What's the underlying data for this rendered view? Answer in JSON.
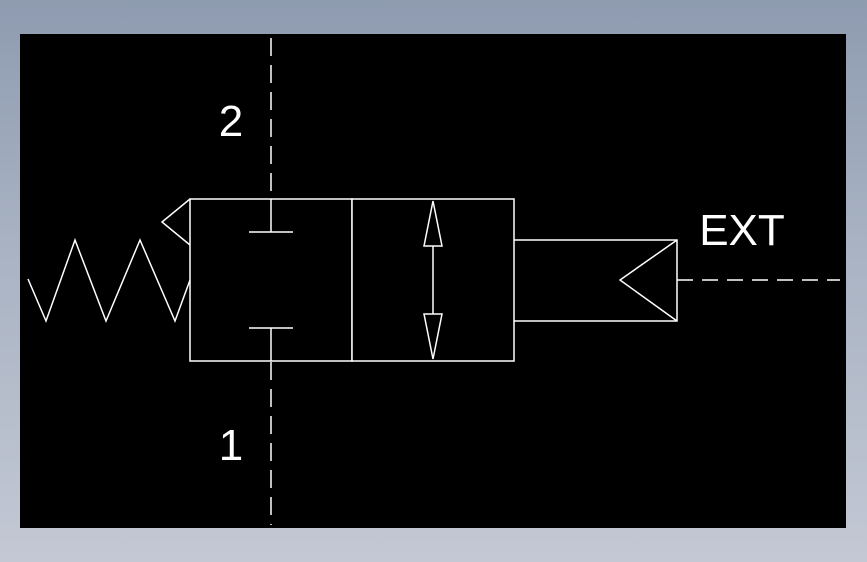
{
  "diagram": {
    "port_top_label": "2",
    "port_bottom_label": "1",
    "external_label": "EXT"
  },
  "colors": {
    "background": "#000000",
    "line": "#ffffff",
    "frame_top": "#8e9bb0",
    "frame_bottom": "#c3c8d4"
  }
}
